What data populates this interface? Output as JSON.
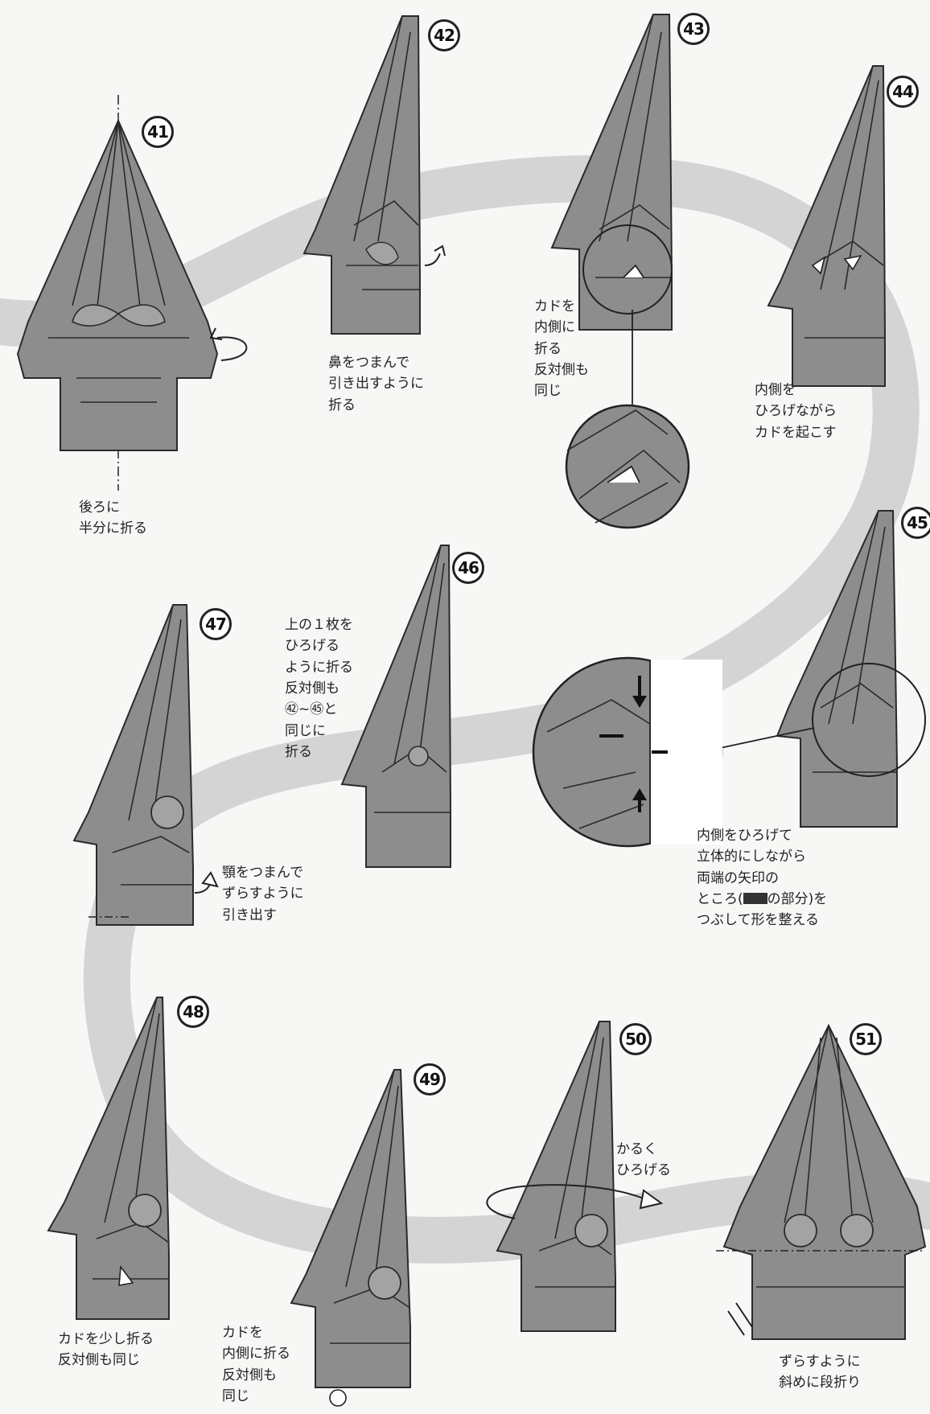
{
  "steps": [
    {
      "num": "41",
      "note": "後ろに\n半分に折る"
    },
    {
      "num": "42",
      "note": "鼻をつまんで\n引き出すように\n折る"
    },
    {
      "num": "43",
      "note": "カドを\n内側に\n折る\n反対側も\n同じ"
    },
    {
      "num": "44",
      "note": "内側を\nひろげながら\nカドを起こす"
    },
    {
      "num": "45",
      "note_lines": [
        "内側をひろげて",
        "立体的にしながら",
        "両端の矢印の",
        "ところ(",
        "の部分)を",
        "つぶして形を整える"
      ]
    },
    {
      "num": "46",
      "note": "上の１枚を\nひろげる\nように折る\n反対側も\n㊷~㊺と\n同じに\n折る"
    },
    {
      "num": "47",
      "note": "顎をつまんで\nずらすように\n引き出す"
    },
    {
      "num": "48",
      "note": "カドを少し折る\n反対側も同じ"
    },
    {
      "num": "49",
      "note": "カドを\n内側に折る\n反対側も\n同じ"
    },
    {
      "num": "50",
      "note": "かるく\nひろげる"
    },
    {
      "num": "51",
      "note": "ずらすように\n斜めに段折り"
    }
  ],
  "colors": {
    "paper": "#8d8d8d",
    "paper_light": "#a3a3a3",
    "edge": "#2a2a2a",
    "band": "#d4d4d4",
    "background": "#f7f7f6"
  }
}
